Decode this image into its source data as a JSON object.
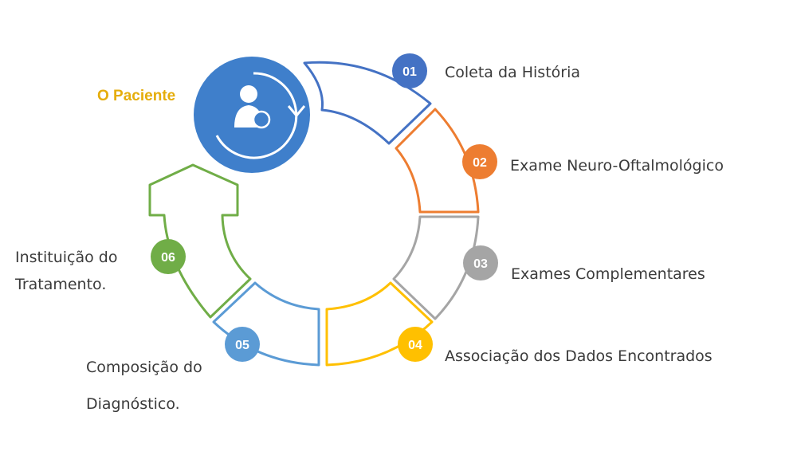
{
  "center": {
    "label": "O Paciente",
    "label_color": "#E5AD0B",
    "circle_color": "#3F7FCB",
    "icon": "patient-cycle-icon"
  },
  "steps": [
    {
      "number": "01",
      "label": "Coleta da História",
      "color": "#4472C4"
    },
    {
      "number": "02",
      "label": "Exame Neuro-Oftalmológico",
      "color": "#ED7D31"
    },
    {
      "number": "03",
      "label": "Exames Complementares",
      "color": "#A5A5A5"
    },
    {
      "number": "04",
      "label": "Associação dos Dados Encontrados",
      "color": "#FFC000"
    },
    {
      "number": "05",
      "label_line1": "Composição do",
      "label_line2": "Diagnóstico.",
      "color": "#5B9BD5"
    },
    {
      "number": "06",
      "label_line1": "Instituição do",
      "label_line2": "Tratamento.",
      "color": "#70AD47"
    }
  ]
}
